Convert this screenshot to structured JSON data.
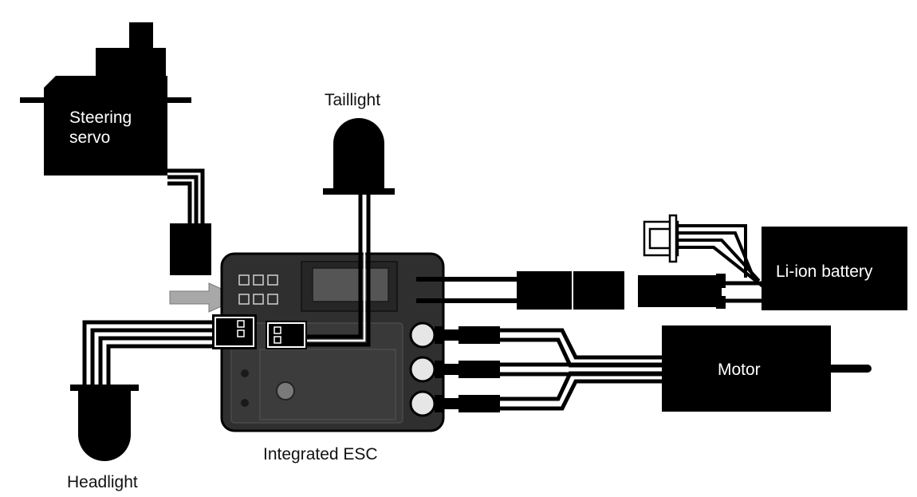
{
  "labels": {
    "steering_servo": "Steering\nservo",
    "taillight": "Taillight",
    "li_ion_battery": "Li-ion battery",
    "motor": "Motor",
    "integrated_esc": "Integrated ESC",
    "headlight": "Headlight"
  },
  "colors": {
    "component": "#000000",
    "esc_body": "#2f2f2f",
    "esc_panel": "#3b3b3b",
    "arrow": "#a8a8a8",
    "label_on_dark": "#ffffff",
    "label_on_light": "#111111"
  }
}
